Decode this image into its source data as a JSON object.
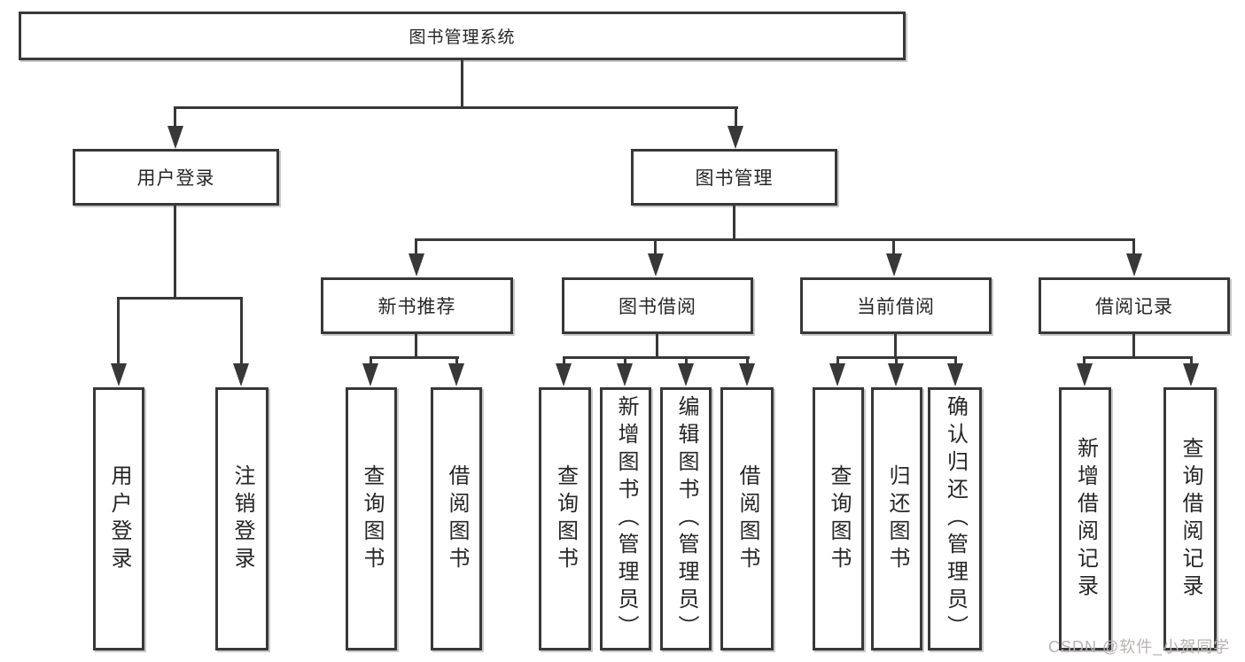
{
  "diagram": {
    "root": {
      "label": "图书管理系统"
    },
    "branches": {
      "user_login": {
        "label": "用户登录"
      },
      "book_management": {
        "label": "图书管理"
      }
    },
    "modules": {
      "new_book_recommend": {
        "label": "新书推荐"
      },
      "book_borrowing": {
        "label": "图书借阅"
      },
      "current_borrowing": {
        "label": "当前借阅"
      },
      "borrowing_records": {
        "label": "借阅记录"
      }
    },
    "functions": {
      "user_login": "用户登录",
      "logout": "注销登录",
      "nbr_query_books": "查询图书",
      "nbr_borrow_books": "借阅图书",
      "bb_query_books": "查询图书",
      "bb_add_books_admin": "新增图书（管理员）",
      "bb_edit_books_admin": "编辑图书（管理员）",
      "bb_borrow_books": "借阅图书",
      "cb_query_books": "查询图书",
      "cb_return_books": "归还图书",
      "cb_confirm_return_admin": "确认归还（管理员）",
      "br_add_record": "新增借阅记录",
      "br_query_record": "查询借阅记录"
    },
    "watermark": "CSDN @软件_小贺同学",
    "colors": {
      "line": "#383838",
      "text": "#262626",
      "watermark_text": "#b9b2b2",
      "background": "#ffffff"
    }
  }
}
